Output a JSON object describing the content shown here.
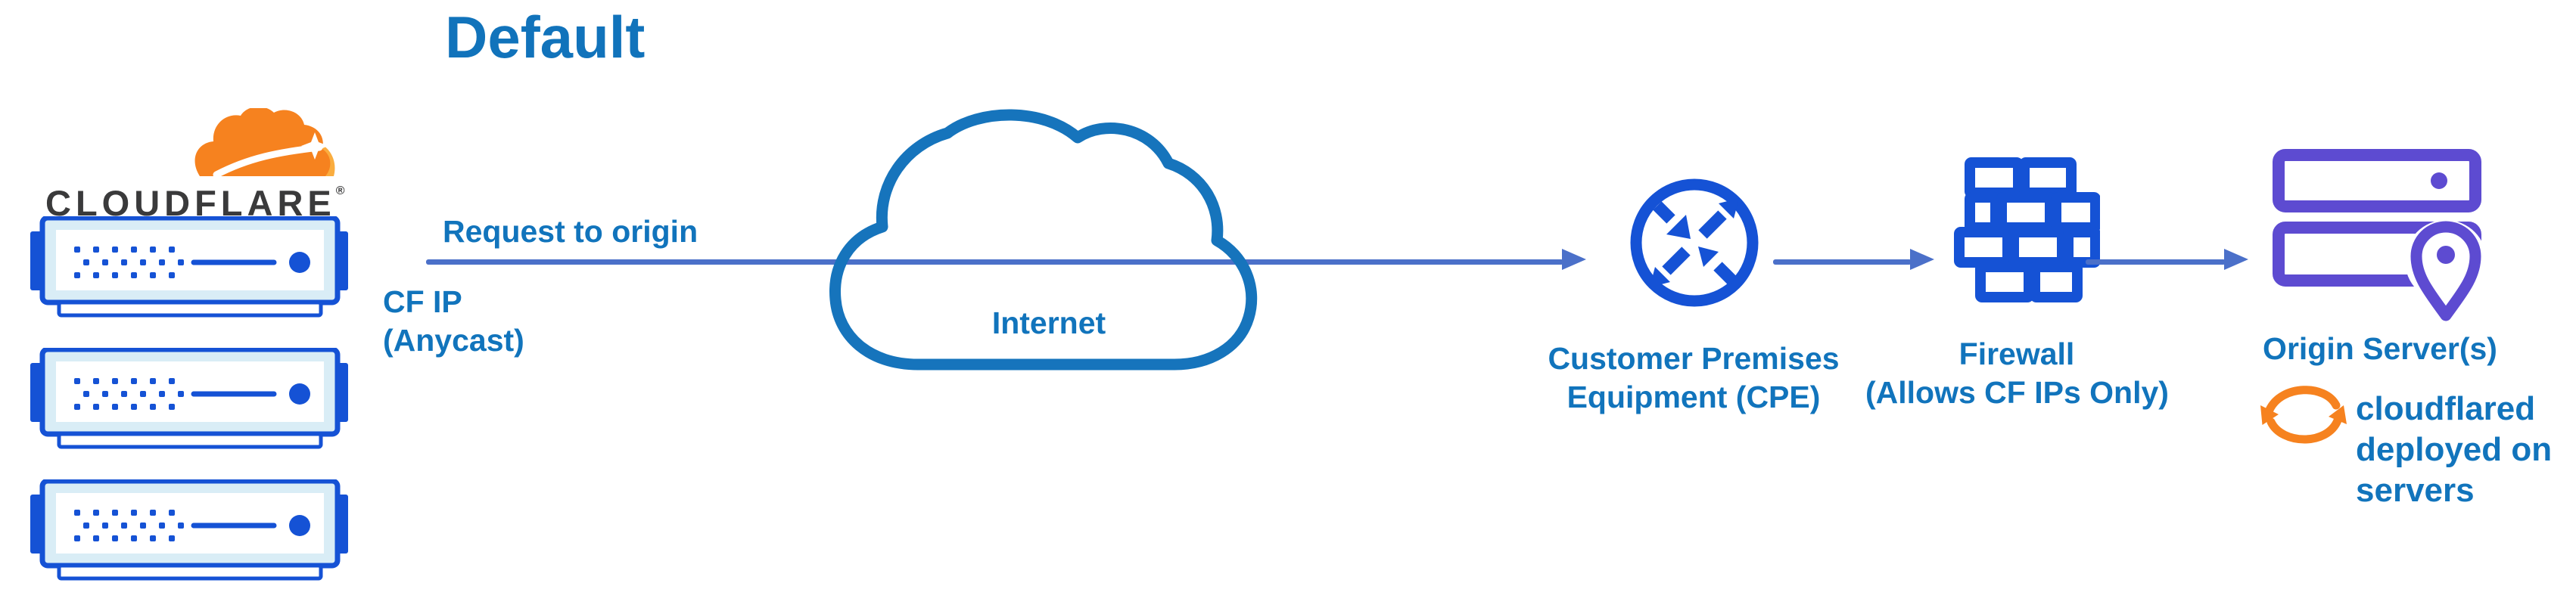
{
  "title": "Default",
  "brand": {
    "wordmark": "CLOUDFLARE",
    "registered_mark": "®"
  },
  "nodes": {
    "cloudflare_edge": {
      "icon": "edge-server-stack",
      "server_count": 3
    },
    "internet": {
      "label": "Internet",
      "icon": "internet-cloud"
    },
    "cpe": {
      "label_line1": "Customer Premises",
      "label_line2": "Equipment (CPE)",
      "icon": "router-crossing-arrows"
    },
    "firewall": {
      "label_line1": "Firewall",
      "label_line2": "(Allows CF IPs Only)",
      "icon": "brick-wall"
    },
    "origin": {
      "label": "Origin Server(s)",
      "icon": "server-stack-with-location-pin"
    }
  },
  "annotations": {
    "request_to_origin": "Request to origin",
    "cf_ip_line1": "CF IP",
    "cf_ip_line2": "(Anycast)",
    "cloudflared_line1": "cloudflared",
    "cloudflared_line2": "deployed on",
    "cloudflared_line3": "servers"
  },
  "colors": {
    "background": "#FFFFFF",
    "text_blue": "#1174BC",
    "icon_royal_blue": "#1552D5",
    "arrow_slate_blue": "#4B70C9",
    "cloud_outline_blue": "#1674BC",
    "server_pale_fill": "#D9EDF6",
    "origin_purple": "#5D4BD1",
    "brand_orange": "#F6821F",
    "brand_orange_light": "#FAAD3F",
    "wordmark_dark": "#3A3A3B"
  }
}
